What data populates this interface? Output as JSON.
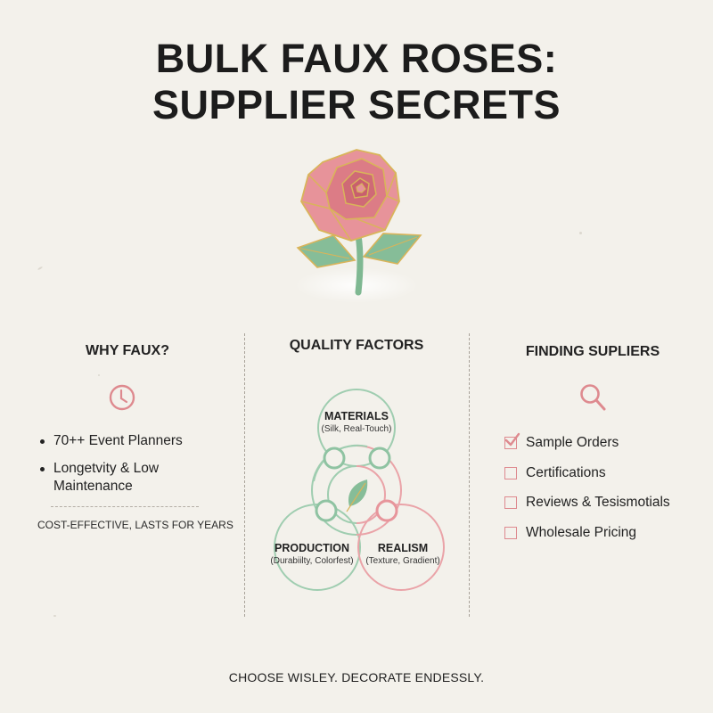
{
  "header": {
    "title_line1": "BULK FAUX ROSES:",
    "title_line2": "SUPPLIER SECRETS"
  },
  "hero": {
    "icon": "rose-icon"
  },
  "columns": {
    "why_faux": {
      "heading": "WHY FAUX?",
      "icon": "clock-icon",
      "bullets": [
        "70++ Event Planners",
        "Longetvity & Low",
        "Maintenance"
      ],
      "tagline": "COST-EFFECTIVE, LASTS FOR YEARS"
    },
    "quality_factors": {
      "heading": "QUALITY FACTORS",
      "center_icon": "leaf-icon",
      "nodes": [
        {
          "label": "MATERIALS",
          "sub": "(Silk, Real-Touch)"
        },
        {
          "label": "PRODUCTION",
          "sub": "(Durabiilty, Colorfest)"
        },
        {
          "label": "REALISM",
          "sub": "(Texture, Gradient)"
        }
      ]
    },
    "finding_suppliers": {
      "heading": "FINDING SUPLIERS",
      "icon": "search-icon",
      "checklist": [
        {
          "label": "Sample Orders",
          "checked": true
        },
        {
          "label": "Certifications",
          "checked": false
        },
        {
          "label": "Reviews & Tesismotials",
          "checked": false
        },
        {
          "label": "Wholesale Pricing",
          "checked": false
        }
      ]
    }
  },
  "footer": {
    "tagline": "CHOOSE WISLEY. DECORATE ENDESSLY."
  },
  "colors": {
    "background": "#f3f1eb",
    "rose_pink": "#e3848c",
    "leaf_green": "#7fb892",
    "gold_outline": "#d9b45a",
    "accent_red": "#de8a8f",
    "text": "#1f1f1f"
  }
}
